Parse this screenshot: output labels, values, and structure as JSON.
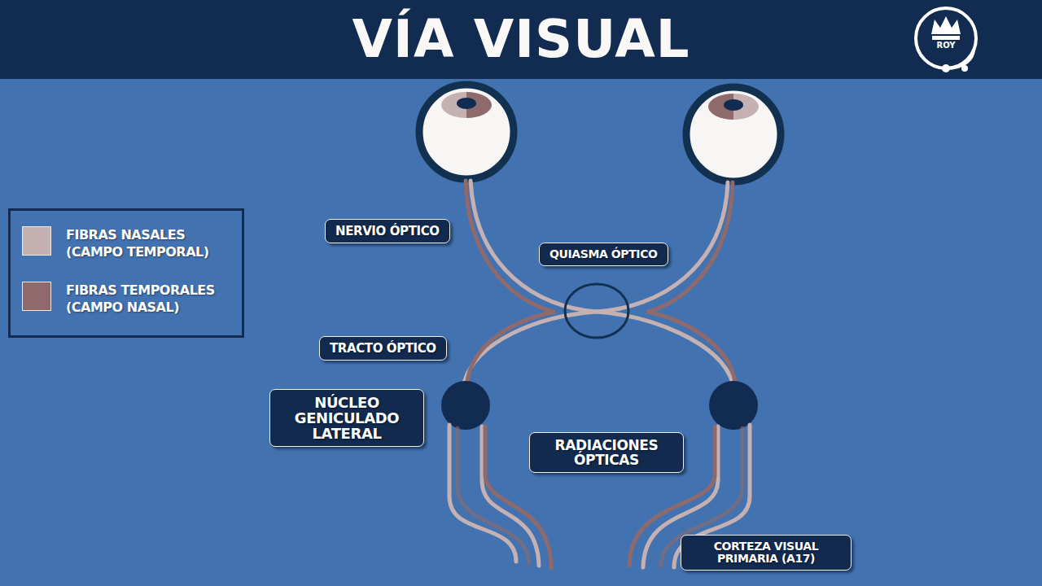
{
  "diagram": {
    "title": "VÍA VISUAL",
    "nodes": [
      {
        "text": [
          "NERVIO ÓPTICO"
        ]
      },
      {
        "text": [
          "QUIASMA ÓPTICO"
        ]
      },
      {
        "text": [
          "TRACTO ÓPTICO"
        ]
      },
      {
        "text": [
          "NÚCLEO GENICULADO LATERAL"
        ]
      },
      {
        "text": [
          "RADIACIONES ÓPTICAS"
        ]
      },
      {
        "text": [
          "CORTEZA VISUAL PRIMARIA (A17)"
        ]
      }
    ],
    "labels": [
      "ROY"
    ],
    "legend": [
      {
        "text": "FIBRAS NASALES (CAMPO TEMPORAL)",
        "color": "#c6b1b2"
      },
      {
        "text": "FIBRAS TEMPORALES (CAMPO NASAL)",
        "color": "#8e6a6c"
      }
    ]
  }
}
